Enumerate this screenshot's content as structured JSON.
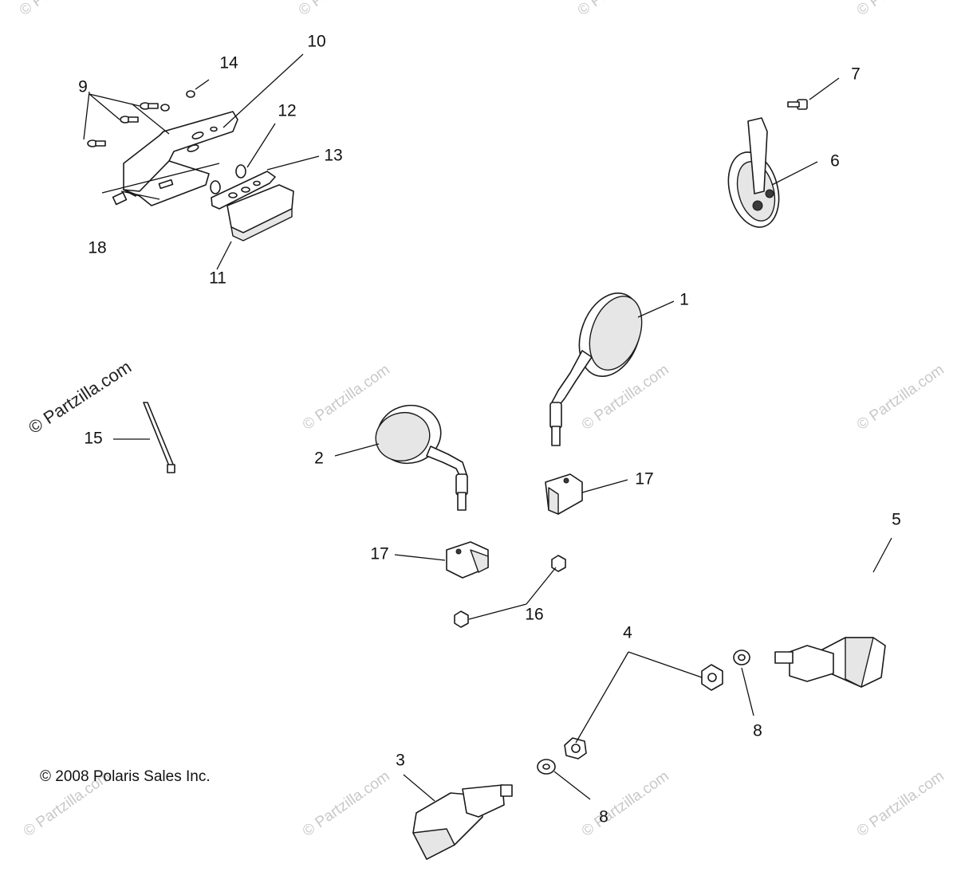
{
  "diagram": {
    "callouts": [
      "1",
      "2",
      "3",
      "4",
      "5",
      "6",
      "7",
      "8",
      "8",
      "9",
      "10",
      "11",
      "12",
      "13",
      "14",
      "15",
      "16",
      "17",
      "17",
      "18"
    ],
    "copyright": "© 2008 Polaris Sales Inc.",
    "watermark": "© Partzilla.com",
    "colors": {
      "line": "#1a1a1a",
      "watermark": "#c8c8c8",
      "background": "#ffffff"
    }
  }
}
